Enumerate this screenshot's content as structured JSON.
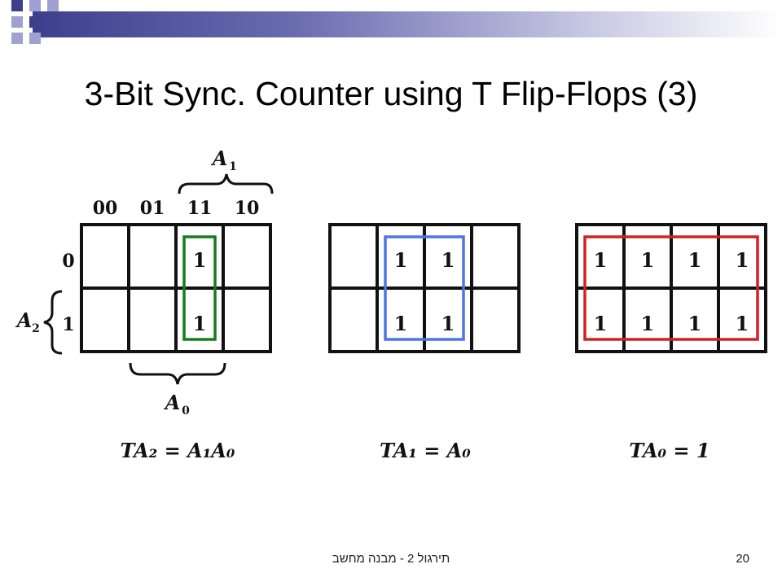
{
  "slide": {
    "title": "3-Bit Sync. Counter using T Flip-Flops (3)",
    "footer": "תירגול 2 - מבנה מחשב",
    "page_number": "20"
  },
  "kmap": {
    "col_labels": [
      "00",
      "01",
      "11",
      "10"
    ],
    "row_labels": [
      "0",
      "1"
    ],
    "var_col": "A",
    "var_col_sub": "1",
    "var_row": "A",
    "var_row_sub": "2",
    "var_bottom": "A",
    "var_bottom_sub": "0"
  },
  "maps": [
    {
      "cells": [
        [
          "",
          "",
          "1",
          ""
        ],
        [
          "",
          "",
          "1",
          ""
        ]
      ],
      "equation": "TA₂ = A₁A₀",
      "group_color": "#1a7a1a"
    },
    {
      "cells": [
        [
          "",
          "1",
          "1",
          ""
        ],
        [
          "",
          "1",
          "1",
          ""
        ]
      ],
      "equation": "TA₁ = A₀",
      "group_color": "#4f74e3"
    },
    {
      "cells": [
        [
          "1",
          "1",
          "1",
          "1"
        ],
        [
          "1",
          "1",
          "1",
          "1"
        ]
      ],
      "equation": "TA₀ = 1",
      "group_color": "#d42020"
    }
  ],
  "colors": {
    "bar_dark": "#3d3f8c",
    "bar_light": "#9fa1d0"
  }
}
